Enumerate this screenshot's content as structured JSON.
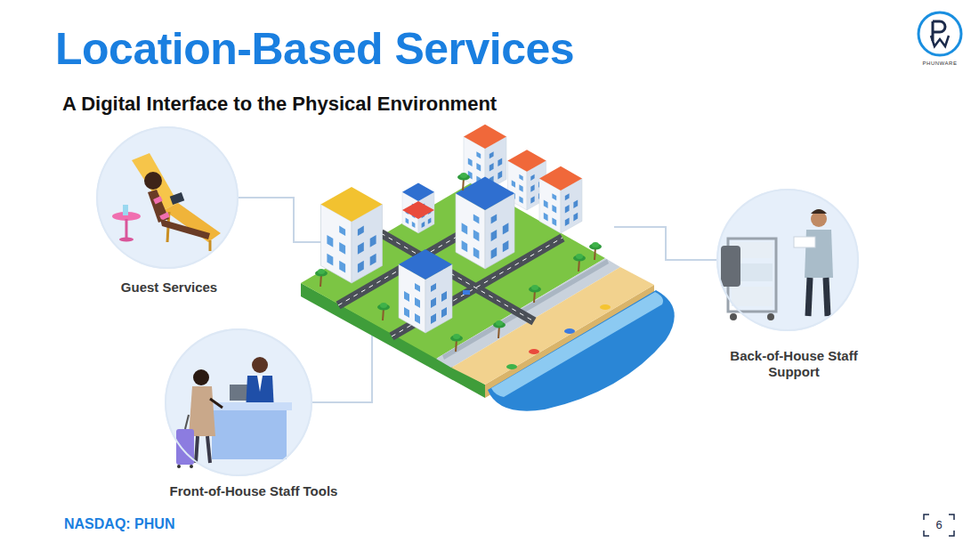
{
  "diagram": {
    "title": "Location-Based Services",
    "nodes": [
      {
        "text": [
          "Guest Services"
        ]
      },
      {
        "text": [
          "Back-of-House Staff Support"
        ]
      },
      {
        "text": [
          "Front-of-House Staff Tools"
        ]
      }
    ],
    "labels": [
      "A Digital Interface to the Physical Environment",
      "PHUNWARE",
      "NASDAQ: PHUN",
      "6"
    ]
  }
}
